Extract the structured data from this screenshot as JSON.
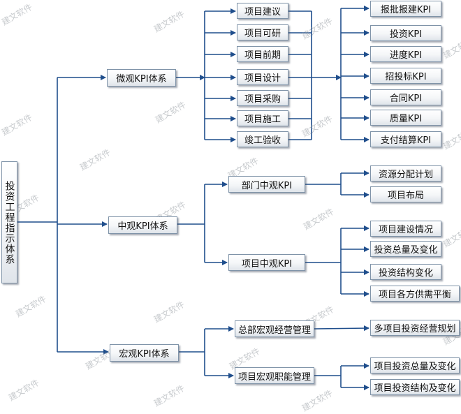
{
  "root": "投资工程指示体系",
  "micro": {
    "label": "微观KPI体系",
    "phases": [
      "项目建议",
      "项目可研",
      "项目前期",
      "项目设计",
      "项目采购",
      "项目施工",
      "竣工验收"
    ],
    "kpis": [
      "报批报建KPI",
      "投资KPI",
      "进度KPI",
      "招投标KPI",
      "合同KPI",
      "质量KPI",
      "支付结算KPI"
    ]
  },
  "meso": {
    "label": "中观KPI体系",
    "dept": {
      "label": "部门中观KPI",
      "items": [
        "资源分配计划",
        "项目布局"
      ]
    },
    "project": {
      "label": "项目中观KPI",
      "items": [
        "项目建设情况",
        "投资总量及变化",
        "投资结构变化",
        "项目各方供需平衡"
      ]
    }
  },
  "macro": {
    "label": "宏观KPI体系",
    "hq": {
      "label": "总部宏观经营管理",
      "items": [
        "多项目投资经营规划"
      ]
    },
    "project": {
      "label": "项目宏观职能管理",
      "items": [
        "项目投资总量及变化",
        "项目投资结构及变化"
      ]
    }
  },
  "watermark": "建文软件",
  "colors": {
    "line": "#1f4e8c",
    "box_border": "#7f93a8"
  }
}
